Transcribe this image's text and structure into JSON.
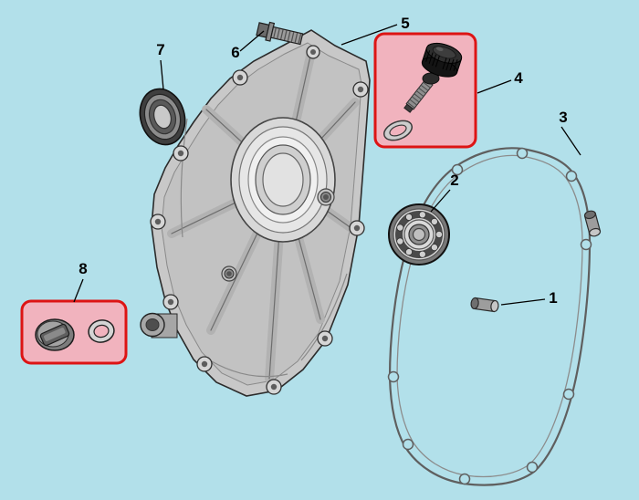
{
  "diagram": {
    "colors": {
      "background": "#b2e0ea",
      "highlight_stroke": "#dd1414",
      "highlight_fill": "#f1b3be",
      "label_color": "#000000"
    },
    "parts": [
      {
        "number": "1",
        "highlighted": false
      },
      {
        "number": "2",
        "highlighted": false
      },
      {
        "number": "3",
        "highlighted": false
      },
      {
        "number": "4",
        "highlighted": true
      },
      {
        "number": "5",
        "highlighted": false
      },
      {
        "number": "6",
        "highlighted": false
      },
      {
        "number": "7",
        "highlighted": false
      },
      {
        "number": "8",
        "highlighted": true
      }
    ]
  }
}
